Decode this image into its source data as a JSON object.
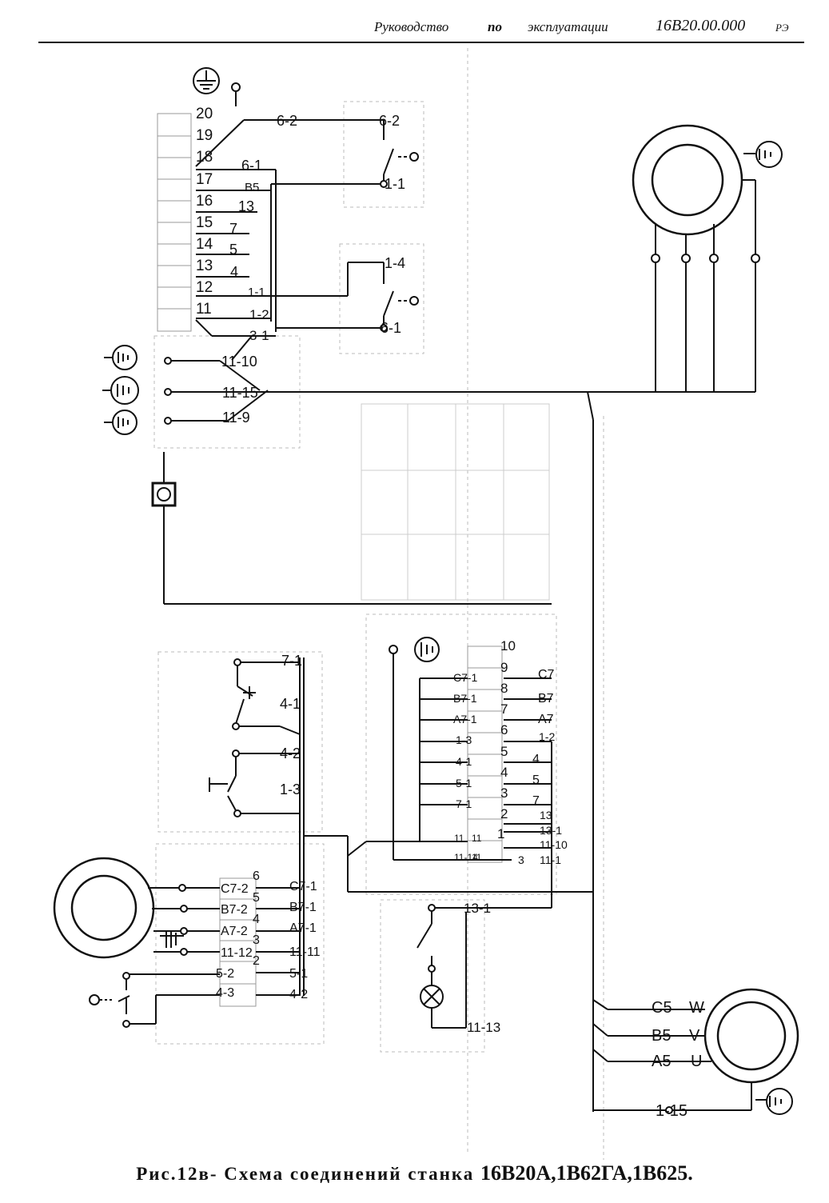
{
  "header": {
    "w1": "Руководство",
    "w2": "по",
    "w3": "эксплуатации",
    "doc_code": "16В20.00.000",
    "doc_suffix": "РЭ"
  },
  "terminal_block_top": {
    "numbers": [
      "20",
      "19",
      "18",
      "17",
      "16",
      "15",
      "14",
      "13",
      "12",
      "11"
    ]
  },
  "wire_labels_top": {
    "l62a": "6-2",
    "l62b": "6-2",
    "l61": "6-1",
    "lb5": "В5",
    "l13": "13",
    "l7": "7",
    "l5": "5",
    "l4": "4",
    "l11a": "1-1",
    "l12": "1-2",
    "l31": "3-1",
    "lsw1": "1-1",
    "lsw14": "1-4",
    "lsw6": "6-1",
    "l1110": "11-10",
    "l1115": "11-15",
    "l119": "11-9"
  },
  "terminal_block_center": {
    "numbers": [
      "10",
      "9",
      "8",
      "7",
      "6",
      "5",
      "4",
      "3",
      "2",
      "1"
    ],
    "left_labels": [
      "С7-1",
      "В7-1",
      "А7-1",
      "1-3",
      "4-1",
      "5-1",
      "7-1",
      "11",
      "11",
      "11-14"
    ],
    "left_inner": [
      "11",
      "11"
    ],
    "right_labels": [
      "С7",
      "В7",
      "А7",
      "1-2",
      "4",
      "5",
      "7",
      "13",
      "13-1",
      "11-10",
      "11-1"
    ],
    "right_inner": [
      "3"
    ]
  },
  "push_buttons": {
    "labels": [
      "7-1",
      "4-1",
      "4-2",
      "1-3"
    ]
  },
  "left_block": {
    "inner": [
      "С7-2",
      "В7-2",
      "А7-2",
      "11-12",
      "5-2",
      "4-3"
    ],
    "nums": [
      "6",
      "5",
      "4",
      "3",
      "2"
    ],
    "right": [
      "С7-1",
      "В7-1",
      "А7-1",
      "11-11",
      "5-1",
      "4-2"
    ]
  },
  "lamp_circuit": {
    "l131": "13-1",
    "l1113": "11-13"
  },
  "main_motor": {
    "labels": [
      "С5",
      "В5",
      "А5",
      "1-15"
    ],
    "phases": [
      "W",
      "V",
      "U"
    ]
  },
  "caption": {
    "prefix": "Рис.12в- Схема соединений станка",
    "models": "16В20А,1В62ГА,1В625."
  }
}
